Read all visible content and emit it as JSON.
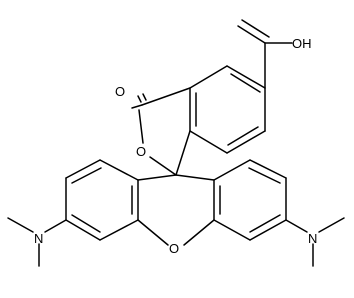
{
  "diagram": {
    "type": "chemical-structure",
    "atom_labels": {
      "carboxyl_hydroxyl": "OH",
      "carbonyl_oxygen": "O",
      "lactone_oxygen": "O",
      "xanthene_oxygen": "O",
      "amine_left": "N",
      "amine_right": "N"
    }
  },
  "colors": {
    "bond": "#000000",
    "background": "#ffffff"
  }
}
